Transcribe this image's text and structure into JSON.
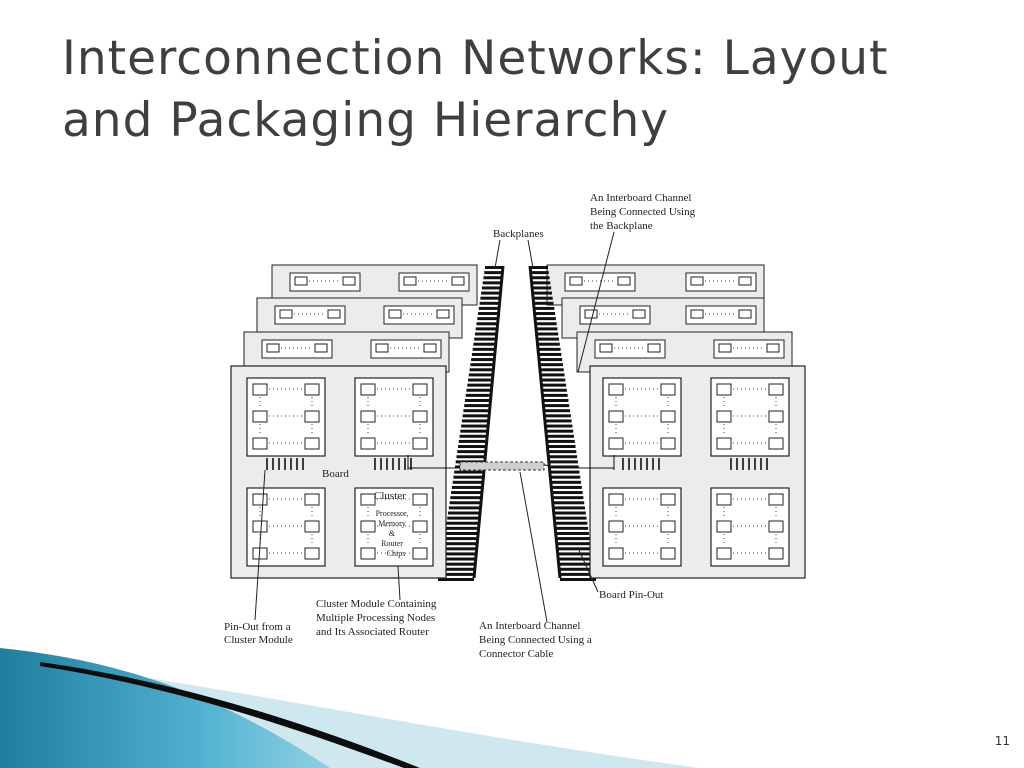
{
  "slide": {
    "title_line1": "Interconnection Networks: Layout",
    "title_line2": "and Packaging Hierarchy",
    "page_number": "11"
  },
  "diagram": {
    "labels": {
      "backplanes": "Backplanes",
      "interboard_backplane": [
        "An Interboard Channel",
        "Being Connected Using",
        "the Backplane"
      ],
      "board": "Board",
      "cluster": "Cluster",
      "cluster_chips": [
        "Processor,",
        "Memory",
        "&",
        "Router",
        "Chips"
      ],
      "board_pinout": "Board Pin-Out",
      "cluster_module": [
        "Cluster Module Containing",
        "Multiple Processing Nodes",
        "and Its Associated Router"
      ],
      "interboard_cable": [
        "An Interboard Channel",
        "Being Connected Using a",
        "Connector Cable"
      ],
      "pinout_cluster": [
        "Pin-Out from a",
        "Cluster Module"
      ]
    }
  },
  "colors": {
    "title": "#3f3f3f",
    "board_fill": "#ececec",
    "backplane": "#111111",
    "decor_blue": "#2b8fb0",
    "decor_light": "#cfe7ef"
  }
}
